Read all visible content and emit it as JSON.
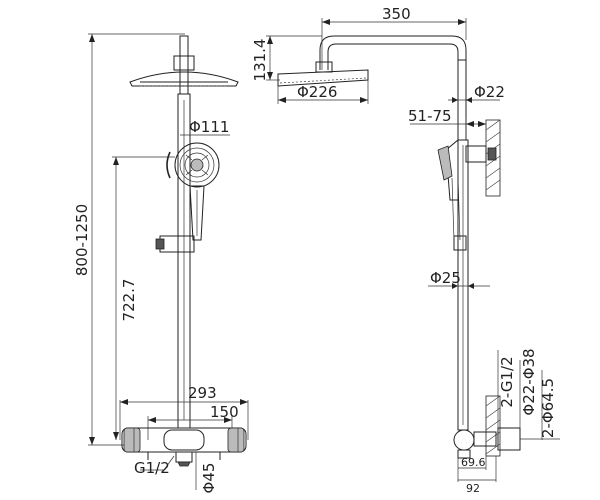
{
  "dimensions": {
    "overall_height": "800-1250",
    "shower_head_diameter_front": "Φ111",
    "hand_shower_height": "722.7",
    "bar_width": "293",
    "center_spacing": "150",
    "inlet_thread": "G1/2",
    "spout_diameter": "Φ45",
    "arm_reach": "350",
    "head_height": "131.4",
    "head_diameter": "Φ226",
    "upper_pipe_diameter": "Φ22",
    "bracket_range": "51-75",
    "lower_pipe_diameter": "Φ25",
    "inlet_threads_side": "2-G1/2",
    "pipe_range_side": "Φ22-Φ38",
    "cover_diameter": "2-Φ64.5",
    "depth_small": "69.6",
    "depth_total": "92"
  }
}
